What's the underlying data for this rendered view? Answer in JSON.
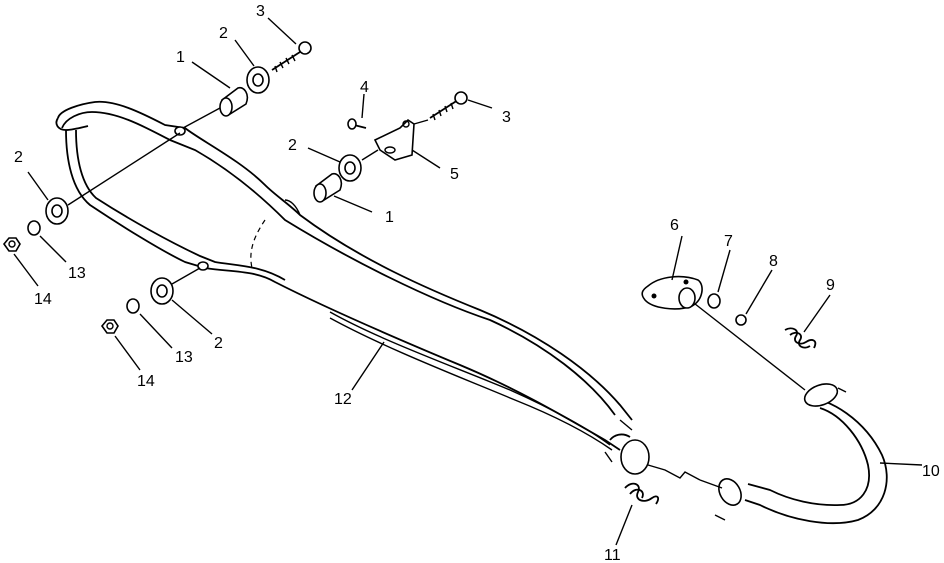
{
  "labels": {
    "p1_top": "1",
    "p2_top": "2",
    "p3_top": "3",
    "p4": "4",
    "p3_right": "3",
    "p2_mid": "2",
    "p5": "5",
    "p1_mid": "1",
    "p2_left": "2",
    "p13_left": "13",
    "p14_left": "14",
    "p2_low": "2",
    "p13_low": "13",
    "p14_low": "14",
    "p12": "12",
    "p6": "6",
    "p7": "7",
    "p8": "8",
    "p9": "9",
    "p10": "10",
    "p11": "11"
  }
}
